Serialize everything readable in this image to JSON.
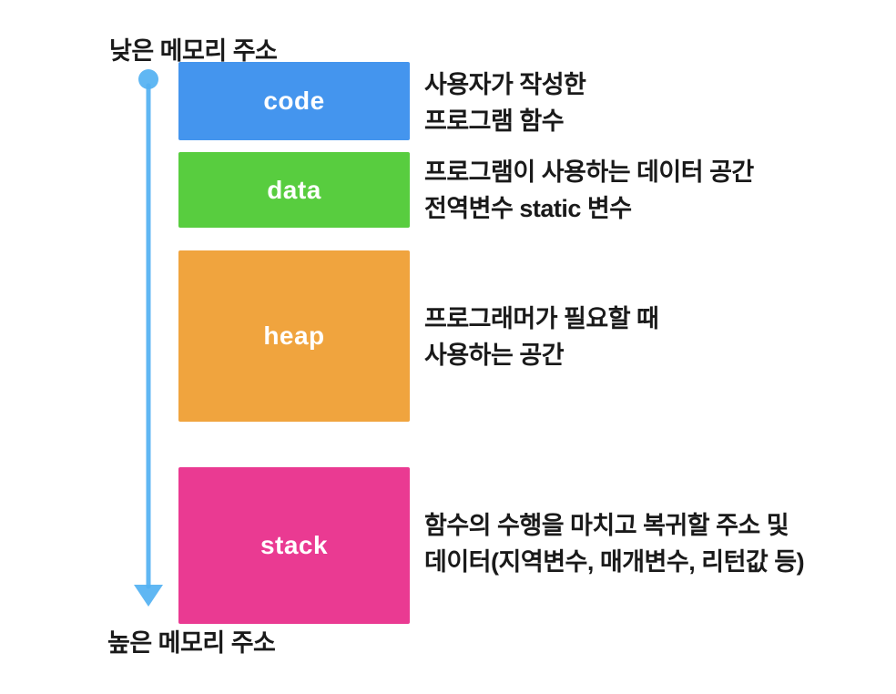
{
  "diagram": {
    "top_label": "낮은 메모리 주소",
    "bottom_label": "높은 메모리 주소",
    "arrow": {
      "direction": "down",
      "color": "#53B1F2"
    },
    "segments": [
      {
        "label": "code",
        "color": "#4495EE",
        "desc_lines": [
          "사용자가 작성한",
          "프로그램 함수"
        ]
      },
      {
        "label": "data",
        "color": "#58CD3F",
        "desc_lines": [
          "프로그램이 사용하는 데이터 공간",
          "전역변수 static 변수"
        ]
      },
      {
        "label": "heap",
        "color": "#F0A43E",
        "desc_lines": [
          "프로그래머가 필요할 때",
          "사용하는 공간"
        ]
      },
      {
        "label": "stack",
        "color": "#EA3A92",
        "desc_lines": [
          "함수의 수행을 마치고 복귀할 주소 및",
          "데이터(지역변수, 매개변수, 리턴값 등)"
        ]
      }
    ]
  }
}
